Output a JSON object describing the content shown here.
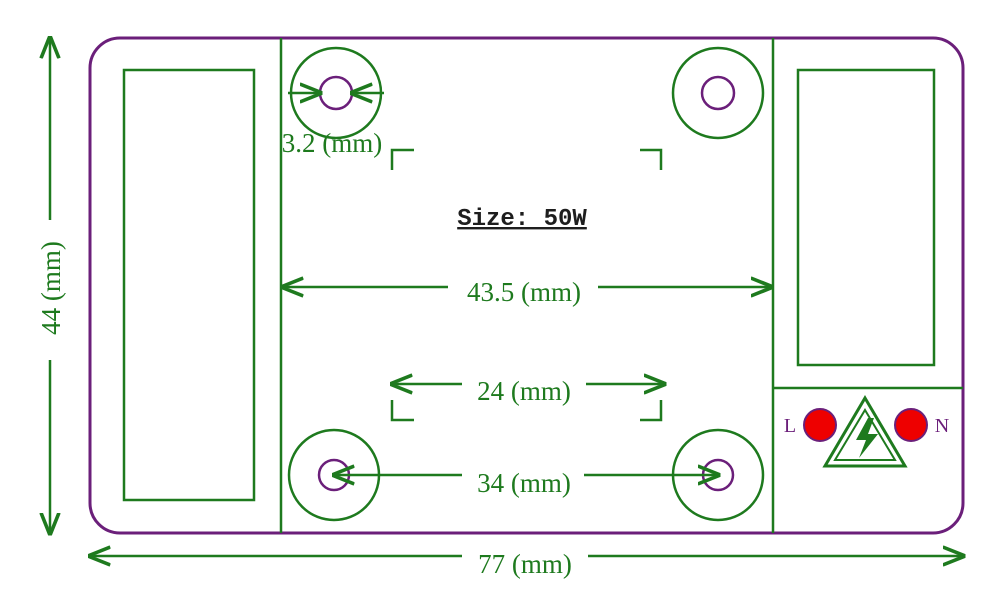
{
  "title": "Size: 50W",
  "dimensions": {
    "height": "44 (mm)",
    "width": "77 (mm)",
    "inner_width": "43.5 (mm)",
    "window_width": "24 (mm)",
    "hole_spacing": "34 (mm)",
    "hole_diameter": "3.2 (mm)"
  },
  "terminals": {
    "live": "L",
    "neutral": "N"
  },
  "icons": {
    "warning": "high-voltage-warning-icon"
  },
  "colors": {
    "outline": "#6b1f7a",
    "drawing": "#1e7a1e",
    "terminal": "#ee0000",
    "background": "#ffffff"
  }
}
